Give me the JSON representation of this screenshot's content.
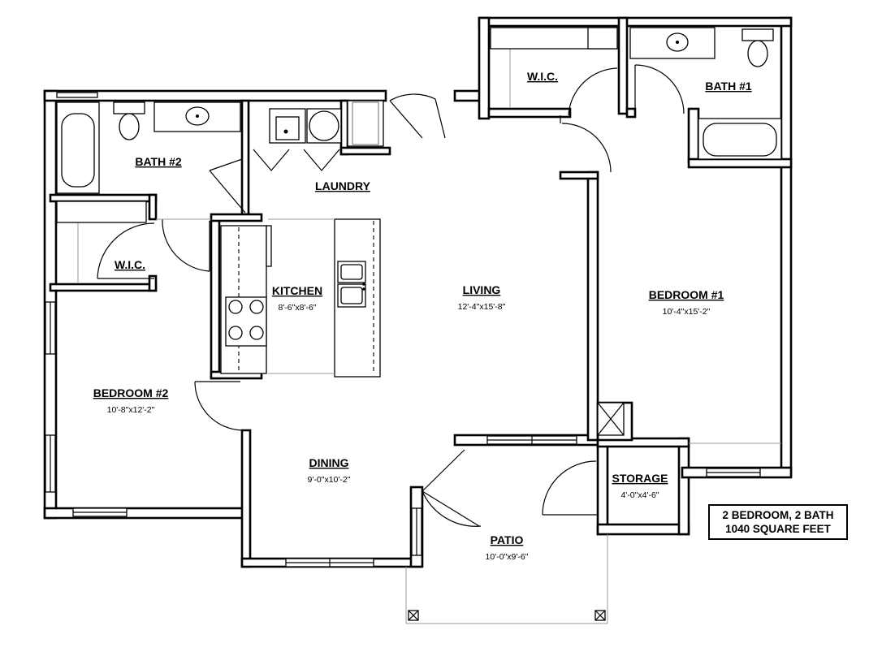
{
  "rooms": {
    "bath2": {
      "name": "BATH #2"
    },
    "laundry": {
      "name": "LAUNDRY"
    },
    "wic_left": {
      "name": "W.I.C."
    },
    "kitchen": {
      "name": "KITCHEN",
      "dims": "8'-6\"x8'-6\""
    },
    "living": {
      "name": "LIVING",
      "dims": "12'-4\"x15'-8\""
    },
    "bedroom1": {
      "name": "BEDROOM #1",
      "dims": "10'-4\"x15'-2\""
    },
    "bedroom2": {
      "name": "BEDROOM #2",
      "dims": "10'-8\"x12'-2\""
    },
    "dining": {
      "name": "DINING",
      "dims": "9'-0\"x10'-2\""
    },
    "patio": {
      "name": "PATIO",
      "dims": "10'-0\"x9'-6\""
    },
    "storage": {
      "name": "STORAGE",
      "dims": "4'-0\"x4'-6\""
    },
    "wic_right": {
      "name": "W.I.C."
    },
    "bath1": {
      "name": "BATH #1"
    }
  },
  "summary": {
    "line1": "2 BEDROOM, 2 BATH",
    "line2": "1040 SQUARE FEET"
  }
}
